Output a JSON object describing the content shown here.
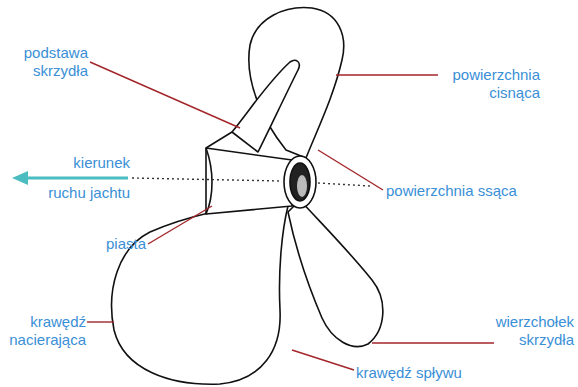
{
  "diagram": {
    "labels": [
      "podstawa skrzydła",
      "powierzchnia cisnąca",
      "kierunek ruchu jachtu",
      "powierzchnia ssąca",
      "piasta",
      "krawędź nacierająca",
      "wierzchołek skrzydła",
      "krawędź spływu"
    ]
  }
}
